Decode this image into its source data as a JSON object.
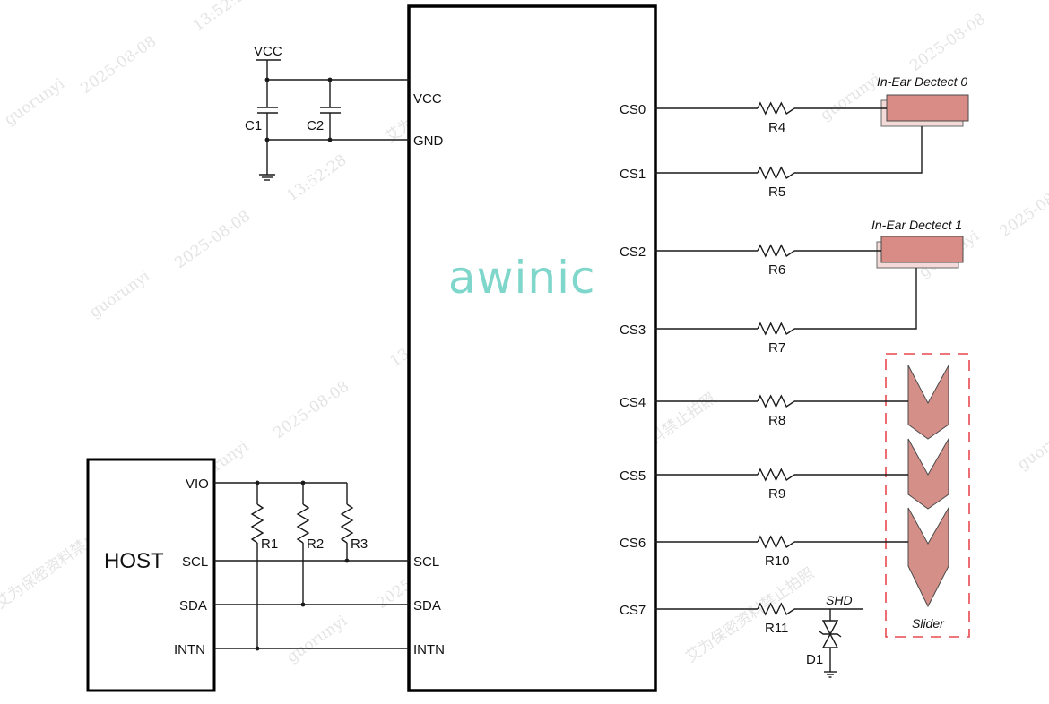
{
  "diagram": {
    "title": "Capacitive touch controller reference schematic",
    "logo": "awinic",
    "chip": {
      "left_pins": [
        "VCC",
        "GND",
        "SCL",
        "SDA",
        "INTN"
      ],
      "right_pins": [
        "CS0",
        "CS1",
        "CS2",
        "CS3",
        "CS4",
        "CS5",
        "CS6",
        "CS7"
      ]
    },
    "power": {
      "supply_label": "VCC",
      "capacitors": [
        "C1",
        "C2"
      ]
    },
    "host": {
      "label": "HOST",
      "pins": [
        "VIO",
        "SCL",
        "SDA",
        "INTN"
      ],
      "pullups": [
        "R1",
        "R2",
        "R3"
      ]
    },
    "series_resistors": [
      "R4",
      "R5",
      "R6",
      "R7",
      "R8",
      "R9",
      "R10",
      "R11"
    ],
    "electrodes": {
      "in_ear_0": "In-Ear Dectect 0",
      "in_ear_1": "In-Ear Dectect 1",
      "slider": "Slider",
      "shield": "SHD",
      "diode": "D1"
    },
    "colors": {
      "logo": "#7fd6ca",
      "electrode_fill": "#d98b85",
      "slider_fill": "#d48f88",
      "slider_outline": "#e8494f"
    },
    "watermark": {
      "user": "guorunyi",
      "date": "2025-08-08",
      "time": "13:52:28",
      "notice": "艾为保密资料禁止拍照"
    }
  }
}
